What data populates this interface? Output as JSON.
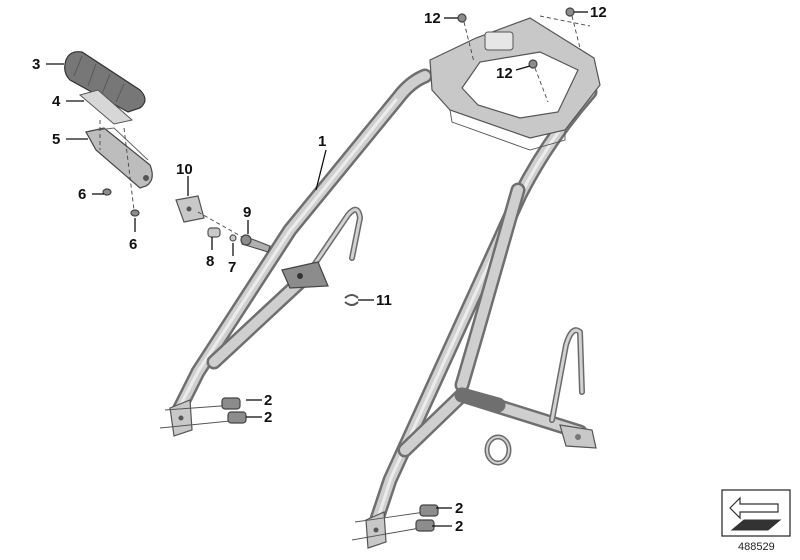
{
  "diagram": {
    "reference_number": "488529",
    "callouts": {
      "c1": "1",
      "c2a": "2",
      "c2b": "2",
      "c2c": "2",
      "c2d": "2",
      "c3": "3",
      "c4": "4",
      "c5": "5",
      "c6a": "6",
      "c6b": "6",
      "c7": "7",
      "c8": "8",
      "c9": "9",
      "c10": "10",
      "c11": "11",
      "c12a": "12",
      "c12b": "12",
      "c12c": "12"
    }
  }
}
